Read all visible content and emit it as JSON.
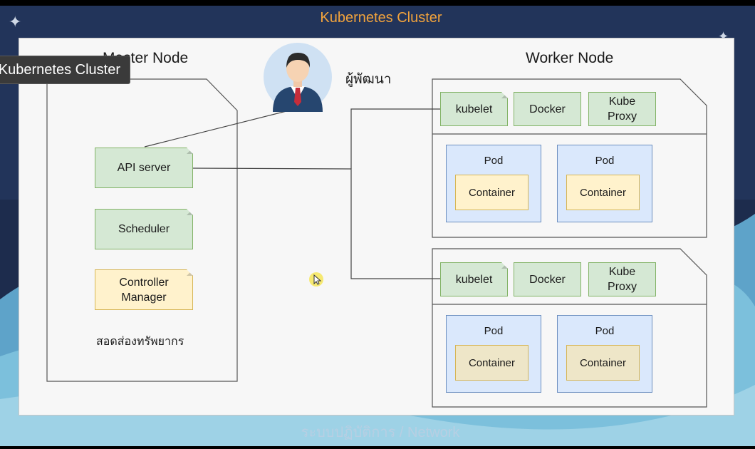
{
  "cluster_title": "Kubernetes Cluster",
  "footer": "ระบบปฏิบัติการ / Network",
  "tooltip": "Kubernetes Cluster",
  "master": {
    "title": "Master Node",
    "components": {
      "api_server": "API server",
      "scheduler": "Scheduler",
      "controller_manager": "Controller Manager"
    },
    "resource_label": "สอดส่องทรัพยากร"
  },
  "developer": {
    "label": "ผู้พัฒนา",
    "icon": "user-icon"
  },
  "worker": {
    "title": "Worker Node",
    "nodes": [
      {
        "kubelet": "kubelet",
        "docker": "Docker",
        "kube_proxy": "Kube Proxy",
        "pods": [
          {
            "label": "Pod",
            "container": "Container"
          },
          {
            "label": "Pod",
            "container": "Container"
          }
        ]
      },
      {
        "kubelet": "kubelet",
        "docker": "Docker",
        "kube_proxy": "Kube Proxy",
        "pods": [
          {
            "label": "Pod",
            "container": "Container"
          },
          {
            "label": "Pod",
            "container": "Container"
          }
        ]
      }
    ]
  },
  "colors": {
    "title_accent": "#f2a33c",
    "component_green": "#d5e8d4",
    "component_yellow": "#fff2cc",
    "pod_blue": "#dae8fc"
  }
}
